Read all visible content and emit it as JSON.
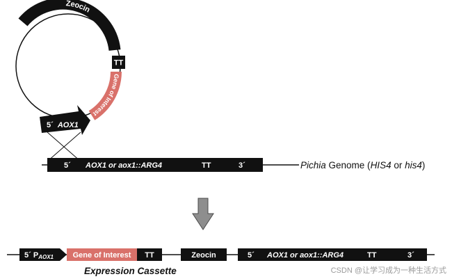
{
  "plasmid": {
    "zeocin": "Zeocin",
    "tt": "TT",
    "gene_of_interest": "Gene of Interest",
    "promoter_prime": "5´",
    "promoter_name": "AOX1"
  },
  "genome": {
    "five_prime": "5´",
    "locus": "AOX1 or aox1::ARG4",
    "tt": "TT",
    "three_prime": "3´",
    "label_species": "Pichia",
    "label_genome": " Genome (",
    "label_his4": "HIS4",
    "label_or": " or ",
    "label_his4_mut": "his4",
    "label_close": ")"
  },
  "cassette": {
    "p_prefix": "5´ P",
    "p_sub": "AOX1",
    "gene_of_interest": "Gene of Interest",
    "tt1": "TT",
    "zeocin": "Zeocin",
    "five_prime": "5´",
    "locus": "AOX1 or aox1::ARG4",
    "tt2": "TT",
    "three_prime": "3´",
    "caption": "Expression Cassette"
  },
  "watermark": "CSDN @让学习成为一种生活方式",
  "colors": {
    "black_block": "#111111",
    "gene_red": "#d9716a",
    "arrow_gray": "#8e8e8e"
  }
}
